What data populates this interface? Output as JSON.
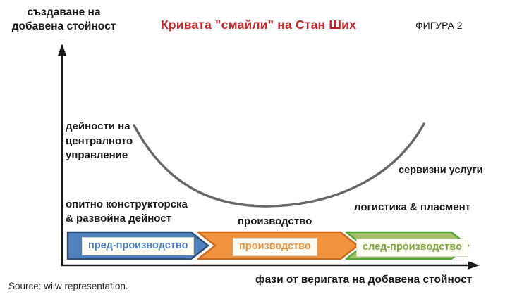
{
  "header": {
    "title": "Кривата \"смайли\" на Стан Ших",
    "figure_label": "ФИГУРА 2"
  },
  "colors": {
    "title_red": "#c9252b",
    "curve_gray": "#666666",
    "axis_black": "#1a1a1a",
    "label_box_bg": "#fdfdf4"
  },
  "axes": {
    "y_label": "създаване на\nдобавена стойност",
    "x_label": "фази от веригата на добавена стойност"
  },
  "annotations": {
    "top_left": "дейности на\nцентралното\nуправление",
    "bottom_left": "опитно конструкторска\n& развойна дейност",
    "center": "производство",
    "bottom_right": "логистика & пласмент",
    "top_right": "сервизни услуги"
  },
  "stages": [
    {
      "label": "пред-производство",
      "fill": "#4f81bd",
      "border": "#2f4f76",
      "text_color": "#4a7ebc"
    },
    {
      "label": "производство",
      "fill": "#f2943f",
      "border": "#c96a1f",
      "text_color": "#ef913c"
    },
    {
      "label": "след-производство",
      "fill": "#a4c169",
      "border": "#56a53c",
      "text_color": "#84a93f"
    }
  ],
  "source": "Source: wiiw representation."
}
